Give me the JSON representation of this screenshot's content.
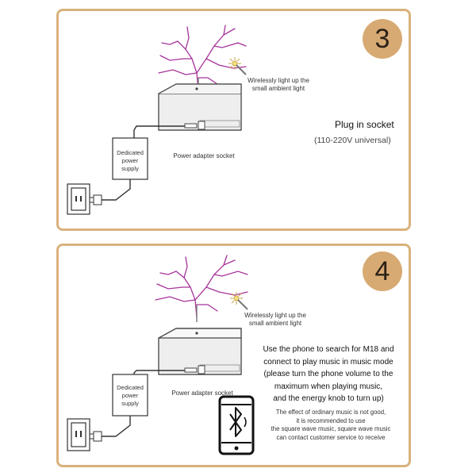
{
  "steps": [
    {
      "number": "3",
      "light_label": [
        "Wirelessly light up the",
        "small ambient light"
      ],
      "socket_label": "Power adapter socket",
      "supply_label": [
        "Dedicated",
        "power",
        "supply"
      ],
      "title": "Plug in socket",
      "subtitle": "(110-220V universal)"
    },
    {
      "number": "4",
      "light_label": [
        "Wirelessly light up the",
        "small ambient light"
      ],
      "socket_label": "Power adapter socket",
      "supply_label": [
        "Dedicated",
        "power",
        "supply"
      ],
      "instruction": [
        "Use the phone to search for M18 and",
        "connect to play music in music mode",
        "(please turn the phone volume to the",
        "maximum when playing music,",
        "and the energy knob to turn up)"
      ],
      "note": [
        "The effect of ordinary music is not good,",
        "it is recommended to use",
        "the square wave music, square wave music",
        "can contact customer service to receive"
      ]
    }
  ],
  "colors": {
    "border": "#d9b27c",
    "badge": "#d7aa73",
    "arc": "#a6329a"
  },
  "icons": [
    "sparkle-icon",
    "bluetooth-phone-icon",
    "wall-outlet-icon"
  ]
}
